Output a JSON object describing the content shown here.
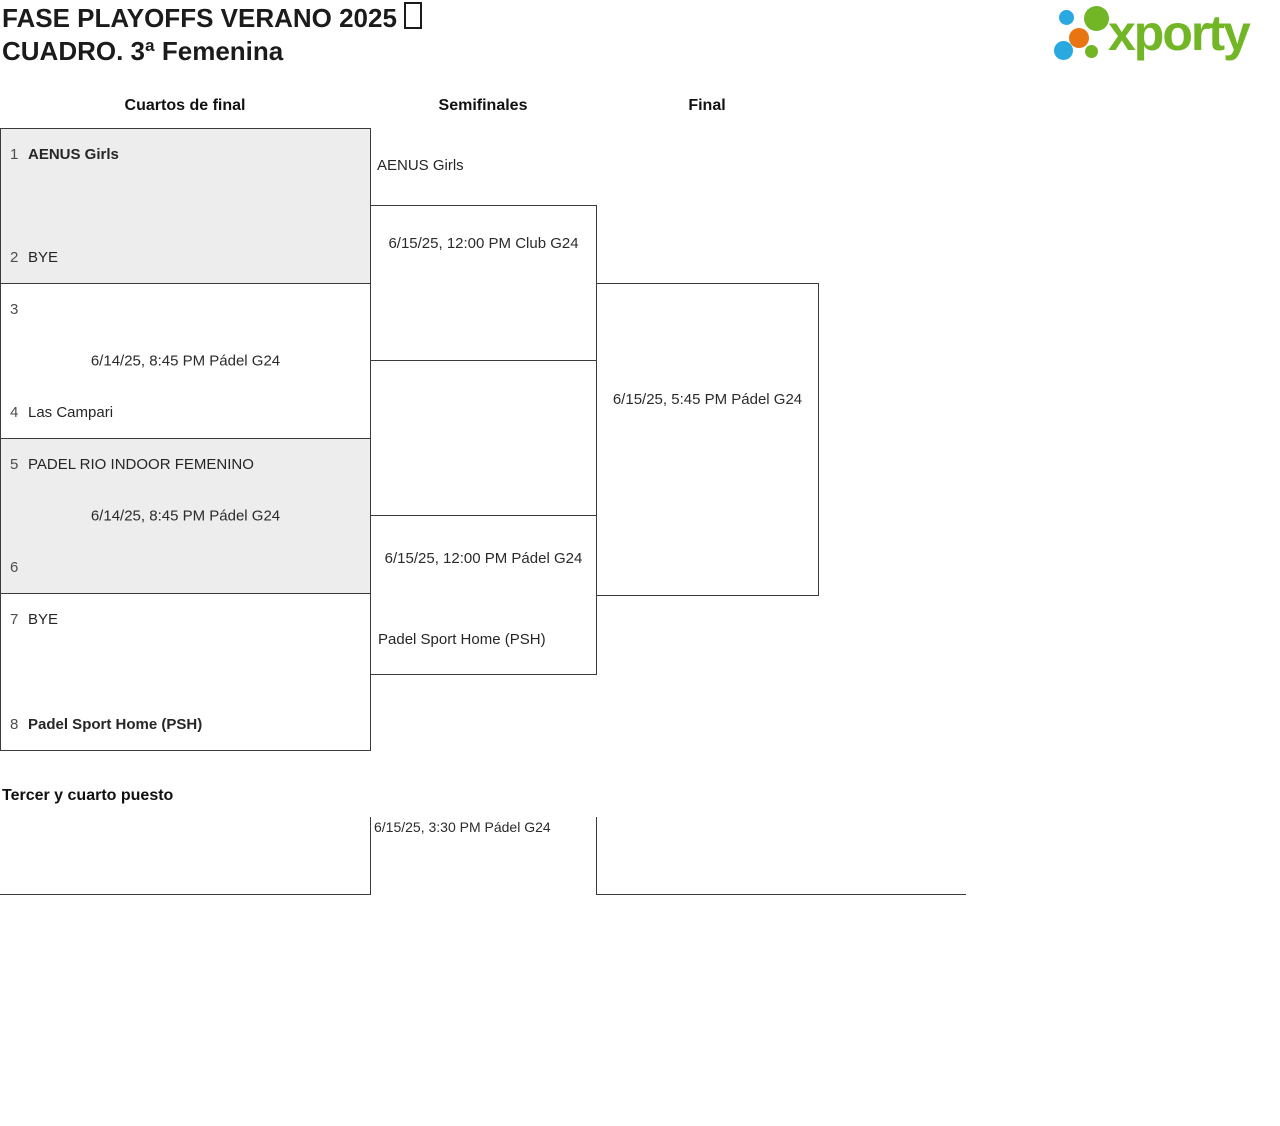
{
  "header": {
    "title_line1": "FASE PLAYOFFS VERANO 2025",
    "title_line2": "CUADRO. 3ª Femenina"
  },
  "logo": {
    "wordmark": "xporty",
    "green": "#72b626",
    "blue": "#29a9e0",
    "orange": "#e87511"
  },
  "rounds": {
    "quarterfinals": "Cuartos de final",
    "semifinals": "Semifinales",
    "final": "Final"
  },
  "quarterfinals": [
    {
      "seed_top": "1",
      "team_top": "AENUS Girls",
      "seed_bottom": "2",
      "team_bottom": "BYE",
      "match_info": ""
    },
    {
      "seed_top": "3",
      "team_top": "",
      "seed_bottom": "4",
      "team_bottom": "Las Campari",
      "match_info": "6/14/25, 8:45 PM Pádel G24"
    },
    {
      "seed_top": "5",
      "team_top": "PADEL RIO INDOOR FEMENINO",
      "seed_bottom": "6",
      "team_bottom": "",
      "match_info": "6/14/25, 8:45 PM Pádel G24"
    },
    {
      "seed_top": "7",
      "team_top": "BYE",
      "seed_bottom": "8",
      "team_bottom": "Padel Sport Home (PSH)",
      "match_info": ""
    }
  ],
  "semifinals": [
    {
      "advancer": "AENUS Girls",
      "match_info": "6/15/25, 12:00 PM Club G24"
    },
    {
      "advancer": "Padel Sport Home (PSH)",
      "match_info": "6/15/25, 12:00 PM Pádel G24"
    }
  ],
  "final": {
    "match_info": "6/15/25, 5:45 PM Pádel G24"
  },
  "third_place": {
    "heading": "Tercer y cuarto puesto",
    "match_info": "6/15/25, 3:30 PM Pádel G24"
  },
  "colors": {
    "line": "#3b3b3b",
    "box_gray": "#ededed",
    "text": "#262626",
    "seed": "#4d4d4d"
  }
}
